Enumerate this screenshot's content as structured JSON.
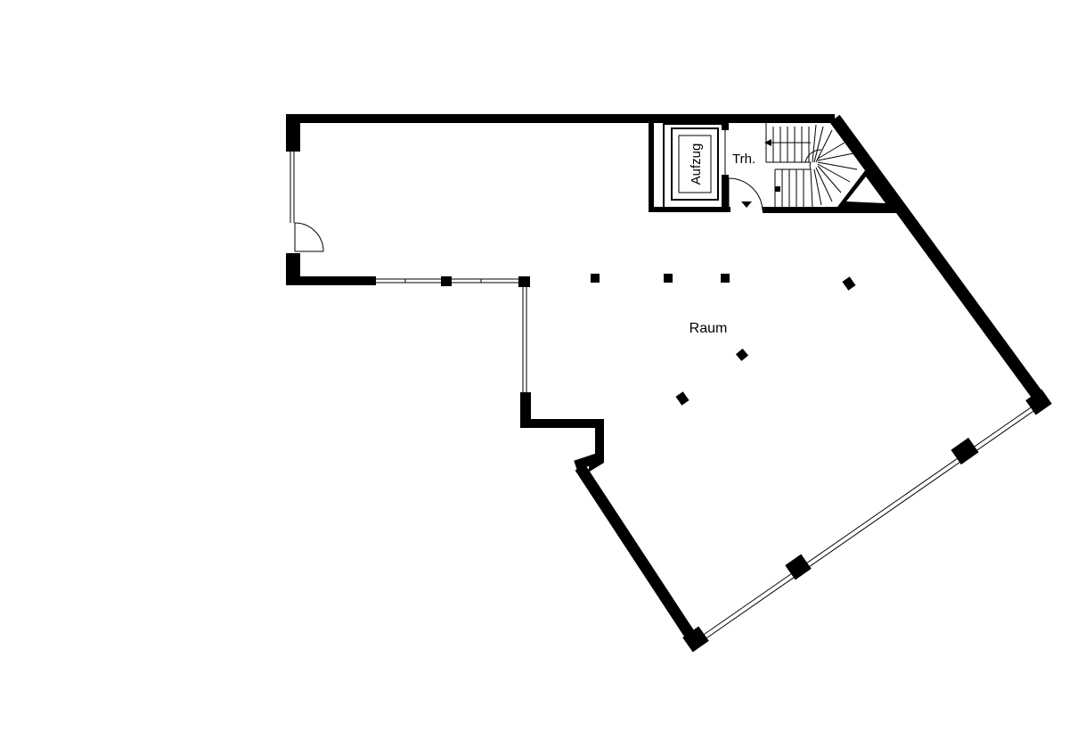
{
  "floorplan": {
    "labels": {
      "room": "Raum",
      "elevator": "Aufzug",
      "stairwell": "Trh."
    },
    "colors": {
      "wall": "#000000",
      "background": "#ffffff",
      "glazing": "#000000"
    }
  }
}
